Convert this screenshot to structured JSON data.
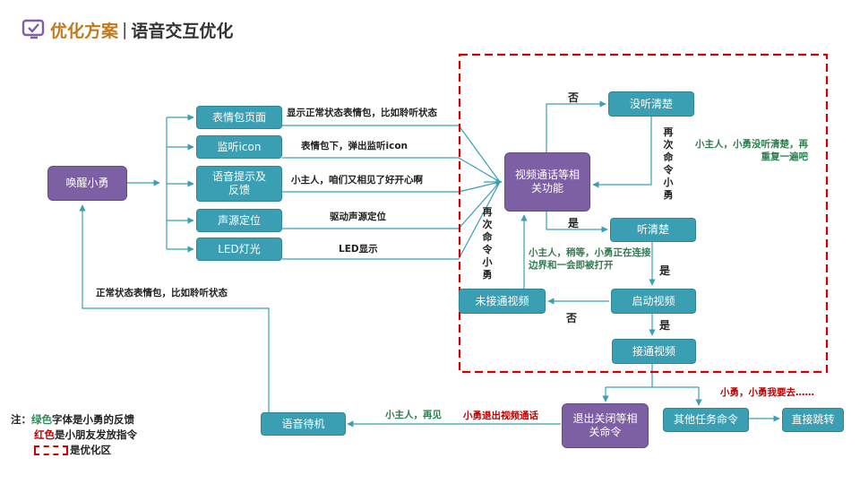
{
  "header": {
    "title_highlight": "优化方案",
    "separator": "|",
    "title_rest": "语音交互优化"
  },
  "nodes": {
    "wake": "唤醒小勇",
    "emoji_page": "表情包页面",
    "listen_icon": "监听icon",
    "voice_prompt": "语音提示及反馈",
    "sound_locate": "声源定位",
    "led": "LED灯光",
    "video_call": "视频通话等相关功能",
    "unclear": "没听清楚",
    "heard": "听清楚",
    "start_video": "启动视频",
    "not_connected": "未接通视频",
    "connected": "接通视频",
    "exit_cmd": "退出关闭等相关命令",
    "other_task": "其他任务命令",
    "direct_jump": "直接跳转",
    "standby": "语音待机"
  },
  "labels": {
    "emoji_desc": "显示正常状态表情包，比如聆听状态",
    "listen_desc": "表情包下，弹出监听icon",
    "voice_desc": "小主人，咱们又相见了好开心啊",
    "sound_desc": "驱动声源定位",
    "led_desc": "LED显示",
    "unclear_feedback": "小主人，小勇没听清楚，再重复一遍吧",
    "heard_feedback": "小主人，稍等，小勇正在连接",
    "heard_feedback_2": "边界和一会即被打开",
    "repeat_cmd": "再次命令小勇",
    "repeat_cmd_left": "再次命令小勇",
    "no": "否",
    "yes": "是",
    "yes2": "是",
    "no2": "否",
    "return_desc": "正常状态表情包，比如聆听状态",
    "bye": "小主人，再见",
    "exit_video": "小勇退出视频通话",
    "go_task": "小勇，小勇我要去……"
  },
  "legend": {
    "prefix": "注：",
    "green_word": "绿色",
    "green_text": "字体是小勇的反馈",
    "red_word": "红色",
    "red_text": "是小朋友发放指令",
    "area_text": "是优化区"
  },
  "colors": {
    "teal": "#3a9fb3",
    "purple": "#7d5fa3",
    "dashed_red": "#d00000",
    "feedback_green": "#2e7d4f",
    "command_red": "#c00000"
  }
}
